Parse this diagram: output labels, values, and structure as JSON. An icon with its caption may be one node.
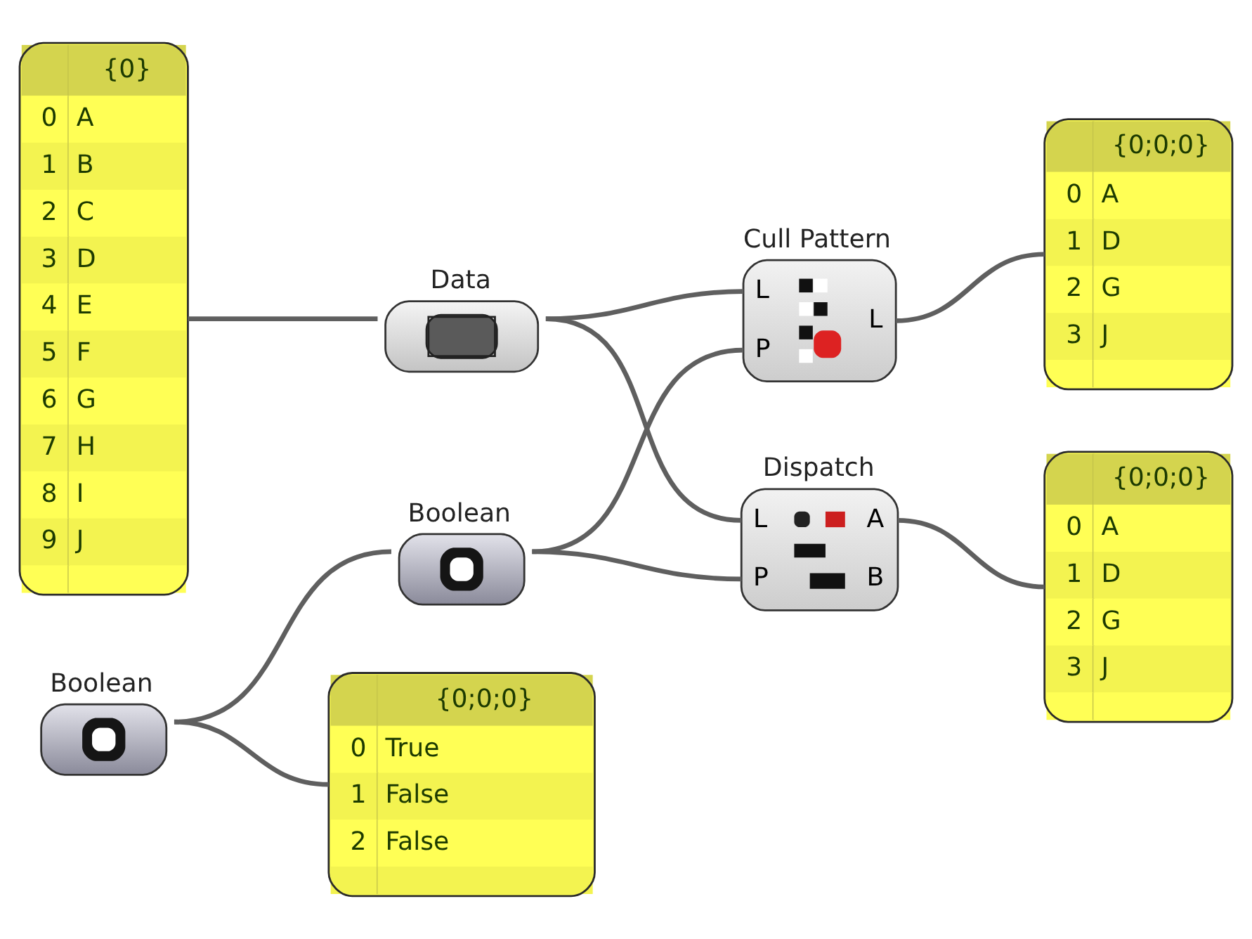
{
  "diagram": {
    "nodes": [
      {
        "text": [
          "{0}",
          "0",
          "A",
          "1",
          "B",
          "2",
          "C",
          "3",
          "D",
          "4",
          "E",
          "5",
          "F",
          "6",
          "G",
          "7",
          "H",
          "8",
          "I",
          "9",
          "J"
        ]
      },
      {
        "text": [
          "Data"
        ]
      },
      {
        "text": [
          "Cull Pattern",
          "L",
          "P",
          "L"
        ]
      },
      {
        "text": [
          "{0;0;0}",
          "0",
          "A",
          "1",
          "D",
          "2",
          "G",
          "3",
          "J"
        ]
      },
      {
        "text": [
          "Boolean"
        ]
      },
      {
        "text": [
          "Dispatch",
          "L",
          "P",
          "A",
          "B"
        ]
      },
      {
        "text": [
          "{0;0;0}",
          "0",
          "A",
          "1",
          "D",
          "2",
          "G",
          "3",
          "J"
        ]
      },
      {
        "text": [
          "Boolean"
        ]
      },
      {
        "text": [
          "{0;0;0}",
          "0",
          "True",
          "1",
          "False",
          "2",
          "False"
        ]
      }
    ],
    "edges": [
      {
        "from": 0,
        "to": 1,
        "arrow": "none"
      },
      {
        "from": 1,
        "to": 2,
        "arrow": "none"
      },
      {
        "from": 1,
        "to": 5,
        "arrow": "none"
      },
      {
        "from": 4,
        "to": 2,
        "arrow": "none"
      },
      {
        "from": 4,
        "to": 5,
        "arrow": "none"
      },
      {
        "from": 2,
        "to": 3,
        "arrow": "none"
      },
      {
        "from": 5,
        "to": 6,
        "arrow": "none"
      },
      {
        "from": 7,
        "to": 4,
        "arrow": "none"
      },
      {
        "from": 7,
        "to": 8,
        "arrow": "none"
      }
    ]
  }
}
